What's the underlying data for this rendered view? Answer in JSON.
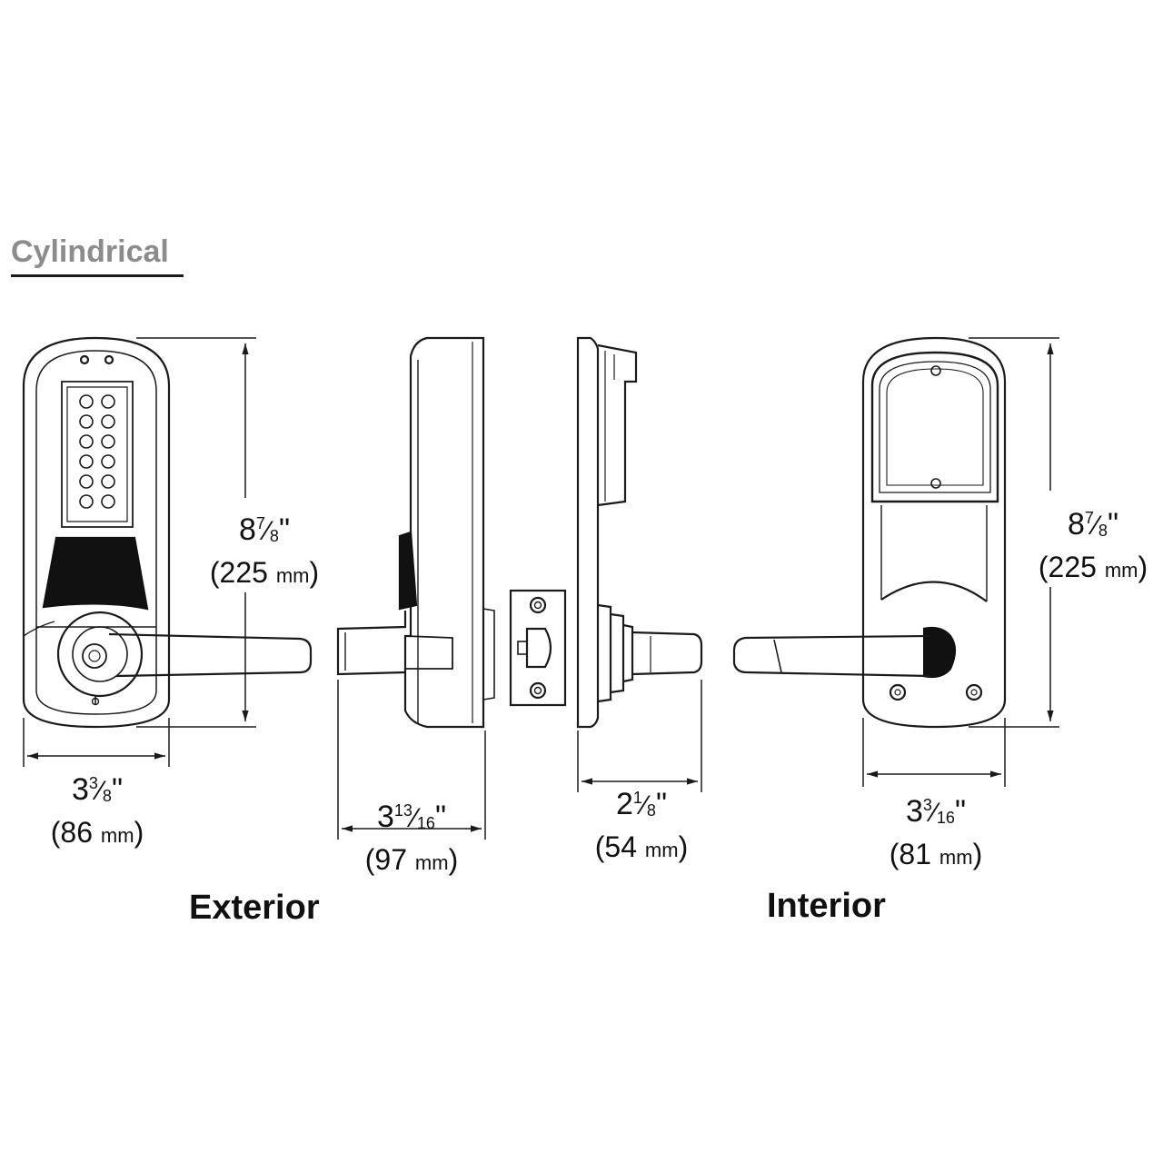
{
  "heading": "Cylindrical",
  "views": {
    "exterior_label": "Exterior",
    "interior_label": "Interior"
  },
  "dimensions": {
    "exterior_height": {
      "whole": "8",
      "num": "7",
      "den": "8",
      "inch": "\"",
      "open": "(",
      "mm": "225",
      "unit": "mm",
      "close": ")"
    },
    "exterior_width": {
      "whole": "3",
      "num": "3",
      "den": "8",
      "inch": "\"",
      "open": "(",
      "mm": "86",
      "unit": "mm",
      "close": ")"
    },
    "side_depth": {
      "whole": "3",
      "num": "13",
      "den": "16",
      "inch": "\"",
      "open": "(",
      "mm": "97",
      "unit": "mm",
      "close": ")"
    },
    "spindle_depth": {
      "whole": "2",
      "num": "1",
      "den": "8",
      "inch": "\"",
      "open": "(",
      "mm": "54",
      "unit": "mm",
      "close": ")"
    },
    "interior_width": {
      "whole": "3",
      "num": "3",
      "den": "16",
      "inch": "\"",
      "open": "(",
      "mm": "81",
      "unit": "mm",
      "close": ")"
    },
    "interior_height": {
      "whole": "8",
      "num": "7",
      "den": "8",
      "inch": "\"",
      "open": "(",
      "mm": "225",
      "unit": "mm",
      "close": ")"
    }
  },
  "colors": {
    "line": "#1a1a1a",
    "heading": "#8c8c8c",
    "grip": "#111111"
  }
}
